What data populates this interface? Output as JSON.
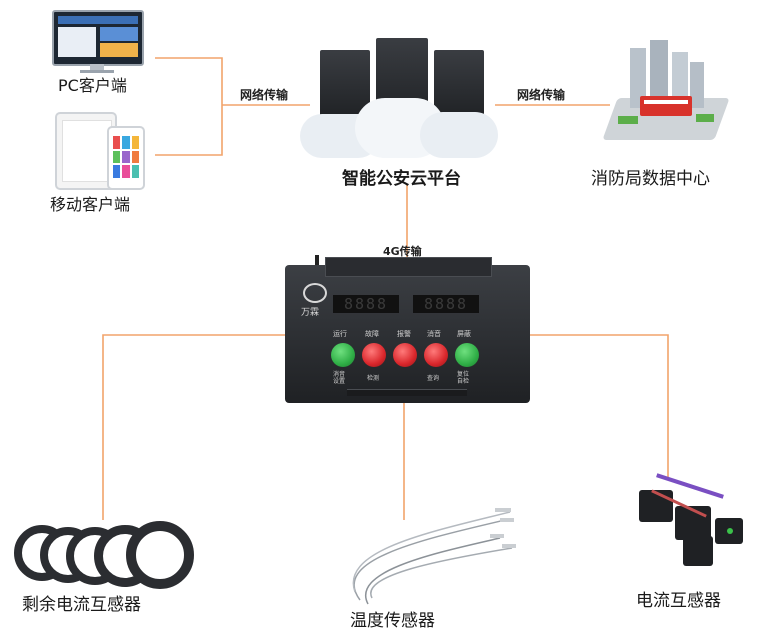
{
  "nodes": {
    "pc_client": "PC客户端",
    "mobile_client": "移动客户端",
    "cloud_platform": "智能公安云平台",
    "fire_dept": "消防局数据中心",
    "residual_ct": "剩余电流互感器",
    "temp_sensor": "温度传感器",
    "current_ct": "电流互感器"
  },
  "links": {
    "network_left": "网络传输",
    "network_right": "网络传输",
    "cellular": "4G传输"
  },
  "device": {
    "brand": "万霖",
    "display_left": "8888",
    "display_right": "8888",
    "indicators": [
      "运行",
      "故障",
      "报警",
      "消音",
      "屏蔽"
    ],
    "button_labels": [
      "消音\n设置",
      "",
      "",
      "查询",
      "复位\n自检"
    ],
    "sub_label": "检测",
    "colors": {
      "green": "#2fae46",
      "red": "#d9262b",
      "body": "#2b2d31"
    }
  },
  "colors": {
    "wire": "#f2a46b"
  }
}
